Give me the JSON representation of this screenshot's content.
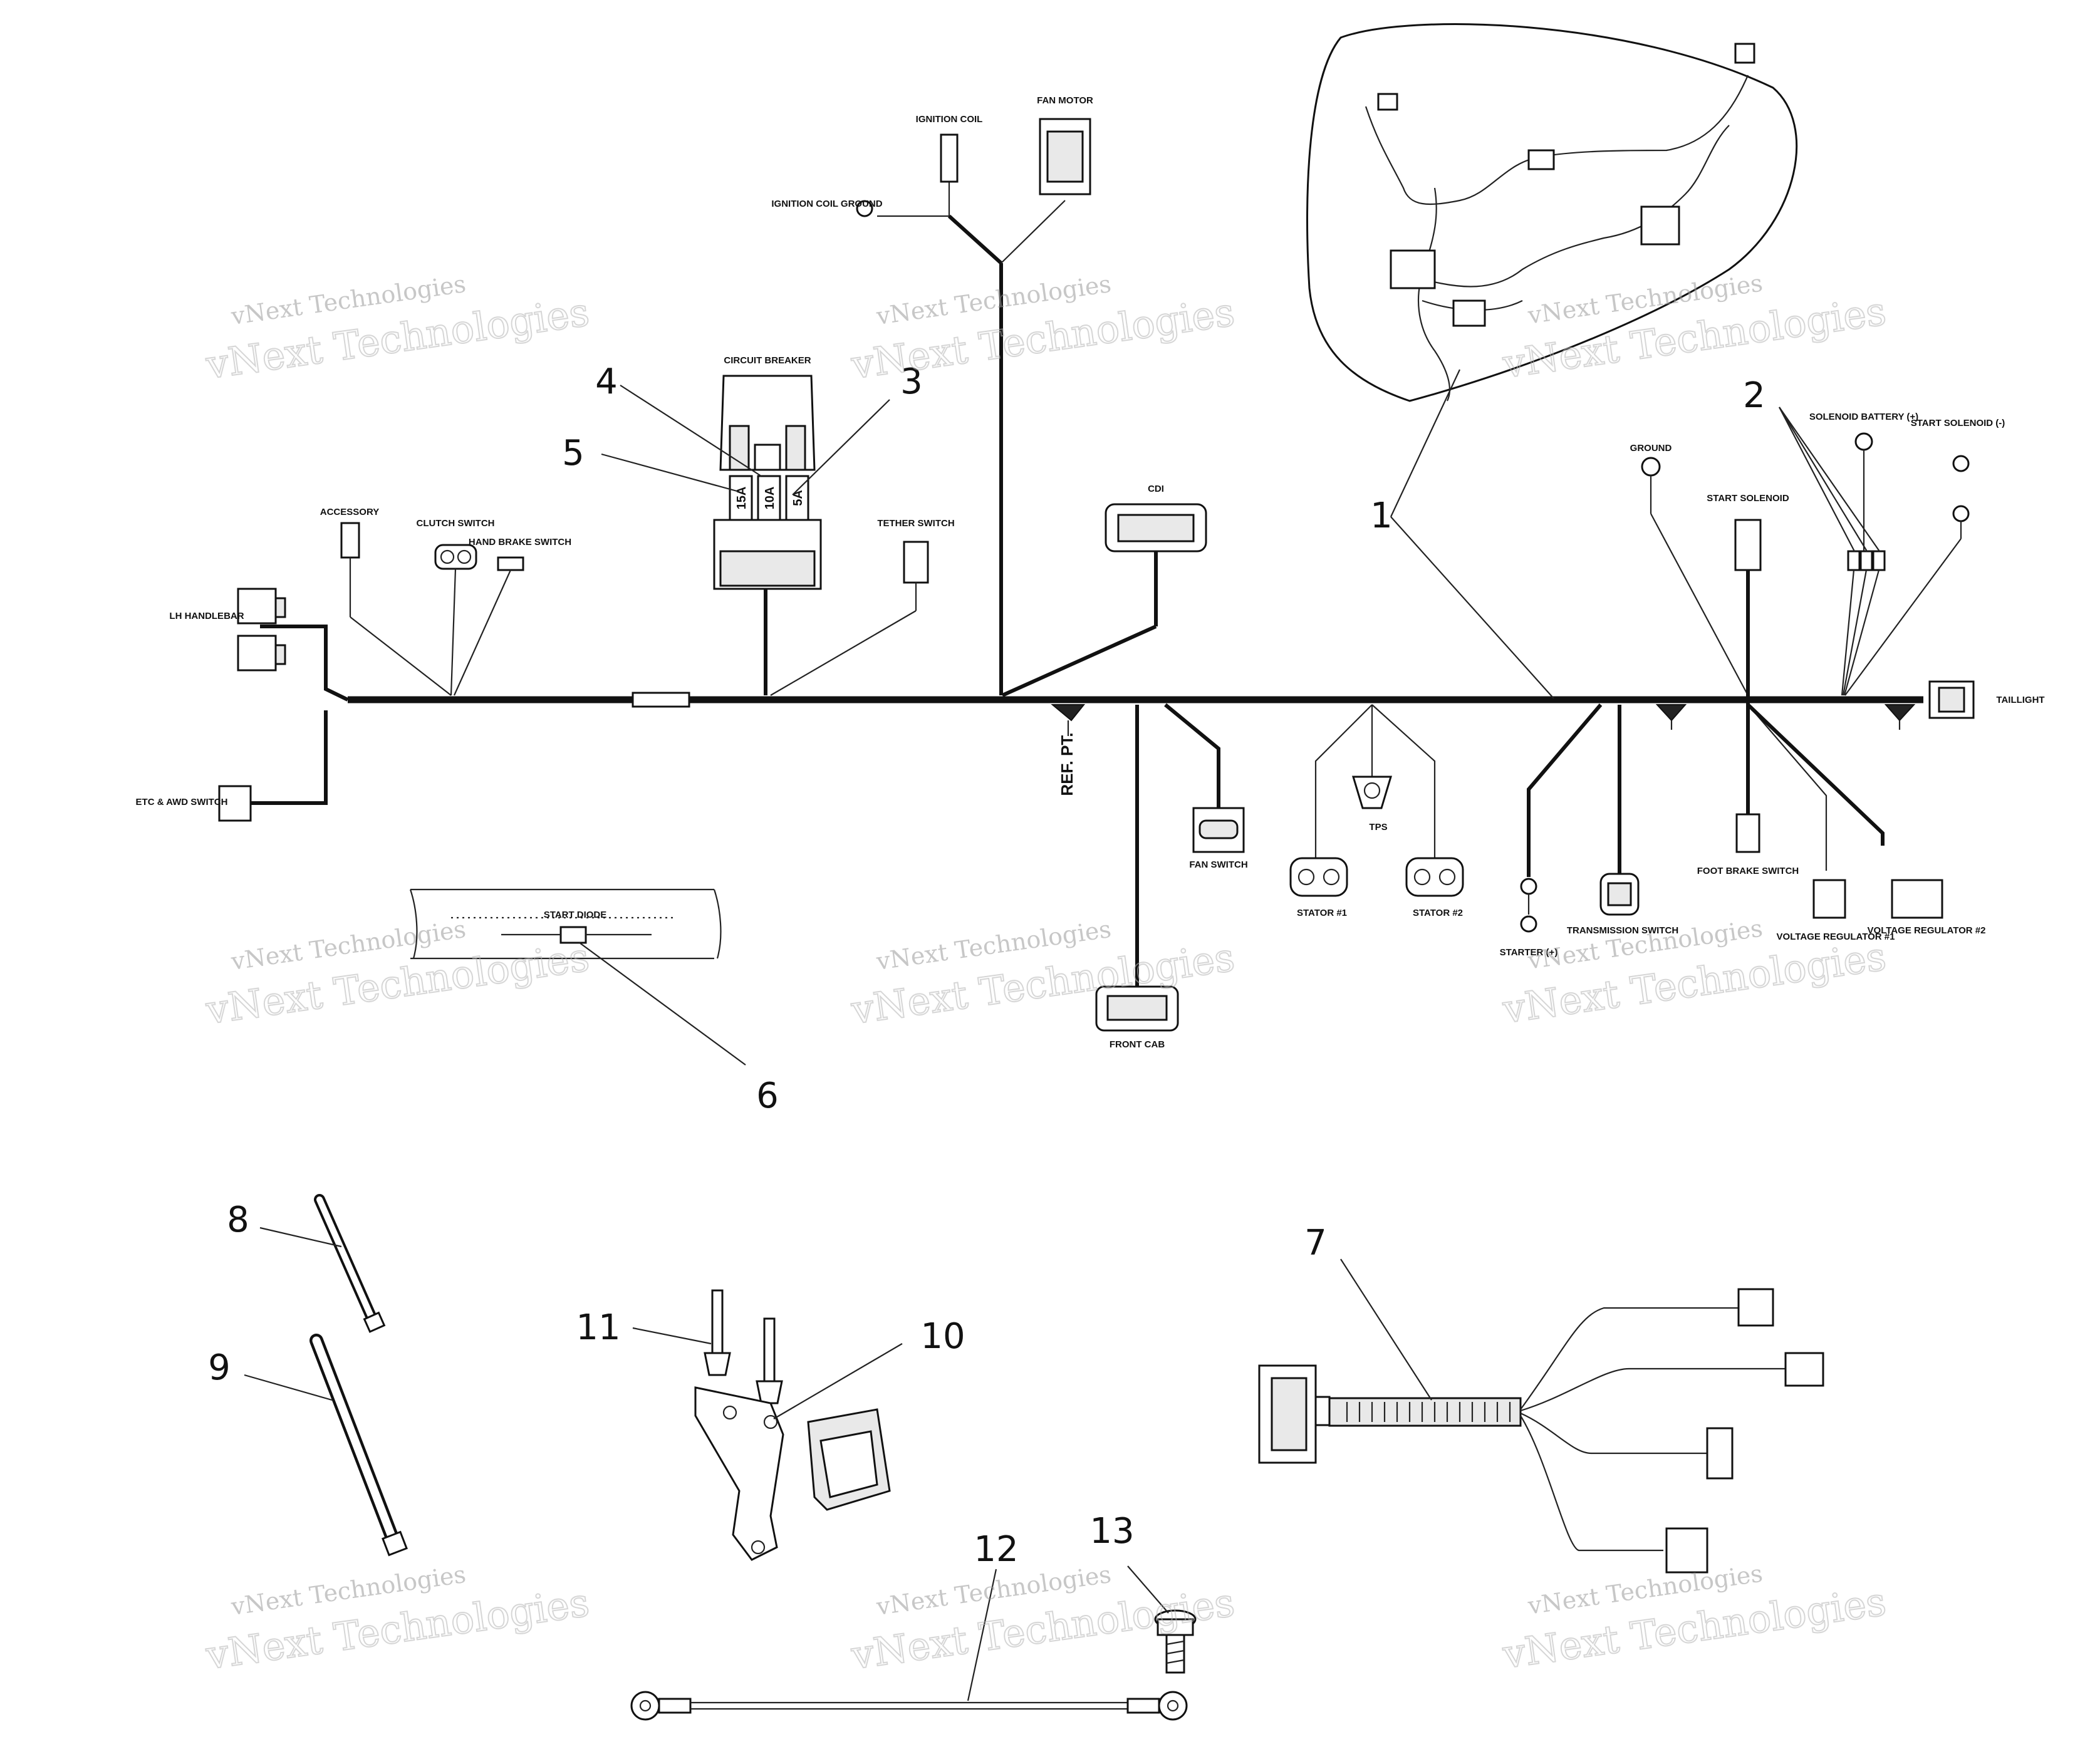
{
  "callouts": [
    "1",
    "2",
    "3",
    "4",
    "5",
    "6",
    "7",
    "8",
    "9",
    "10",
    "11",
    "12",
    "13"
  ],
  "labels": {
    "ignition_coil": "IGNITION COIL",
    "ignition_coil_ground": "IGNITION COIL GROUND",
    "fan_motor": "FAN MOTOR",
    "circuit_breaker": "CIRCUIT BREAKER",
    "accessory": "ACCESSORY",
    "clutch_switch": "CLUTCH SWITCH",
    "hand_brake_switch": "HAND BRAKE SWITCH",
    "lh_handlebar": "LH HANDLEBAR",
    "etc_awd_switch": "ETC & AWD SWITCH",
    "tether_switch": "TETHER SWITCH",
    "cdi": "CDI",
    "ground": "GROUND",
    "start_solenoid": "START SOLENOID",
    "solenoid_battery": "SOLENOID BATTERY (+)",
    "start_solenoid_minus": "START SOLENOID (-)",
    "taillight": "TAILLIGHT",
    "ref_pt": "REF. PT.",
    "fan_switch": "FAN SWITCH",
    "front_cab": "FRONT CAB",
    "stator_1": "STATOR #1",
    "stator_2": "STATOR #2",
    "tps": "TPS",
    "starter": "STARTER (+)",
    "transmission_switch": "TRANSMISSION SWITCH",
    "foot_brake_switch": "FOOT BRAKE SWITCH",
    "voltage_regulator_1": "VOLTAGE REGULATOR #1",
    "voltage_regulator_2": "VOLTAGE REGULATOR #2",
    "start_diode": "START DIODE"
  },
  "fuses": [
    "15A",
    "10A",
    "5A"
  ],
  "watermark": {
    "line1": "vNext Technologies",
    "line2": "vNext Technologies"
  }
}
